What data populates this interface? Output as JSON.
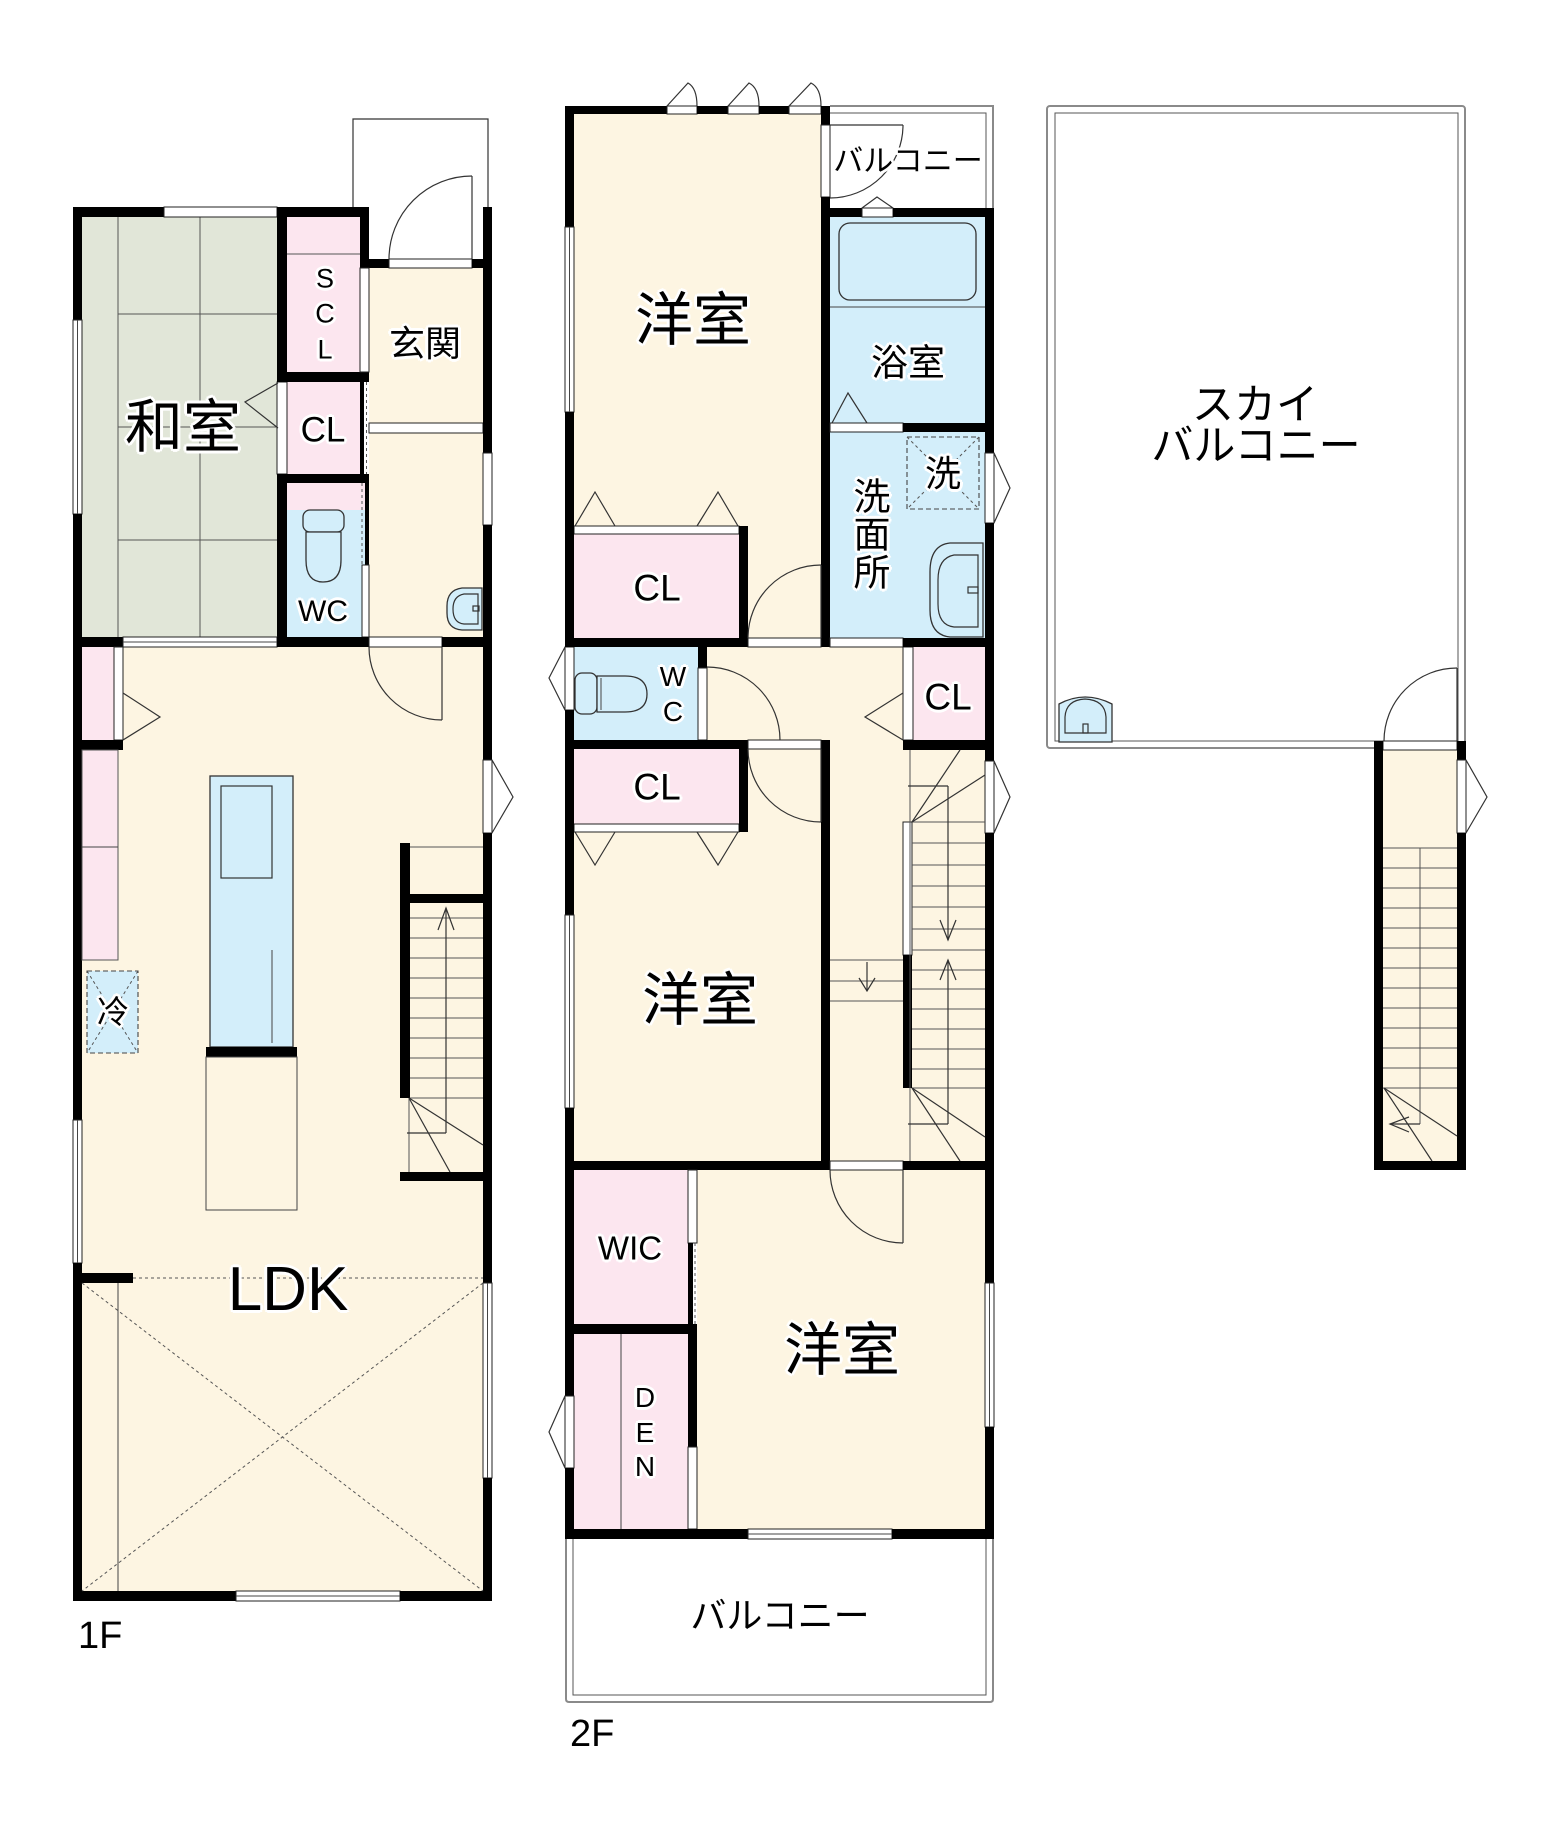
{
  "floor_1": {
    "label": "1F",
    "washitsu": "和室",
    "genkan": "玄関",
    "scl_letters": [
      "S",
      "C",
      "L"
    ],
    "closet": "CL",
    "toilet": "WC",
    "fridge": "冷",
    "ldk": "LDK"
  },
  "floor_2": {
    "label": "2F",
    "bedroom_north": "洋室",
    "balcony_north": "バルコニー",
    "bathroom": "浴室",
    "laundry": "洗",
    "washroom_letters": [
      "洗",
      "面",
      "所"
    ],
    "closet_north": "CL",
    "toilet_letters": [
      "W",
      "C"
    ],
    "closet_hall": "CL",
    "closet_middle": "CL",
    "bedroom_middle": "洋室",
    "wic": "WIC",
    "den_letters": [
      "D",
      "E",
      "N"
    ],
    "bedroom_south": "洋室",
    "balcony_south": "バルコニー"
  },
  "sky_balcony": {
    "lines": [
      "スカイ",
      "バルコニー"
    ]
  },
  "colors": {
    "wall": "#000000",
    "floor_wood": "#fdf5e2",
    "closet": "#fce6ef",
    "wet_area": "#d3eefa",
    "tatami": "#e1e6d8"
  }
}
